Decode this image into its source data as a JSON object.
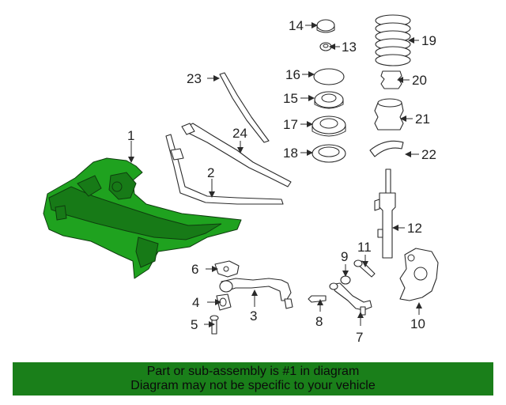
{
  "callouts": {
    "c1": "1",
    "c2": "2",
    "c3": "3",
    "c4": "4",
    "c5": "5",
    "c6": "6",
    "c7": "7",
    "c8": "8",
    "c9": "9",
    "c10": "10",
    "c11": "11",
    "c12": "12",
    "c13": "13",
    "c14": "14",
    "c15": "15",
    "c16": "16",
    "c17": "17",
    "c18": "18",
    "c19": "19",
    "c20": "20",
    "c21": "21",
    "c22": "22",
    "c23": "23",
    "c24": "24"
  },
  "highlight": {
    "part": "1",
    "color": "#1fa21f"
  },
  "banner": {
    "line1": "Part or sub-assembly is #1 in diagram",
    "line2": "Diagram may not be specific to your vehicle",
    "background": "#1a7f1a"
  }
}
